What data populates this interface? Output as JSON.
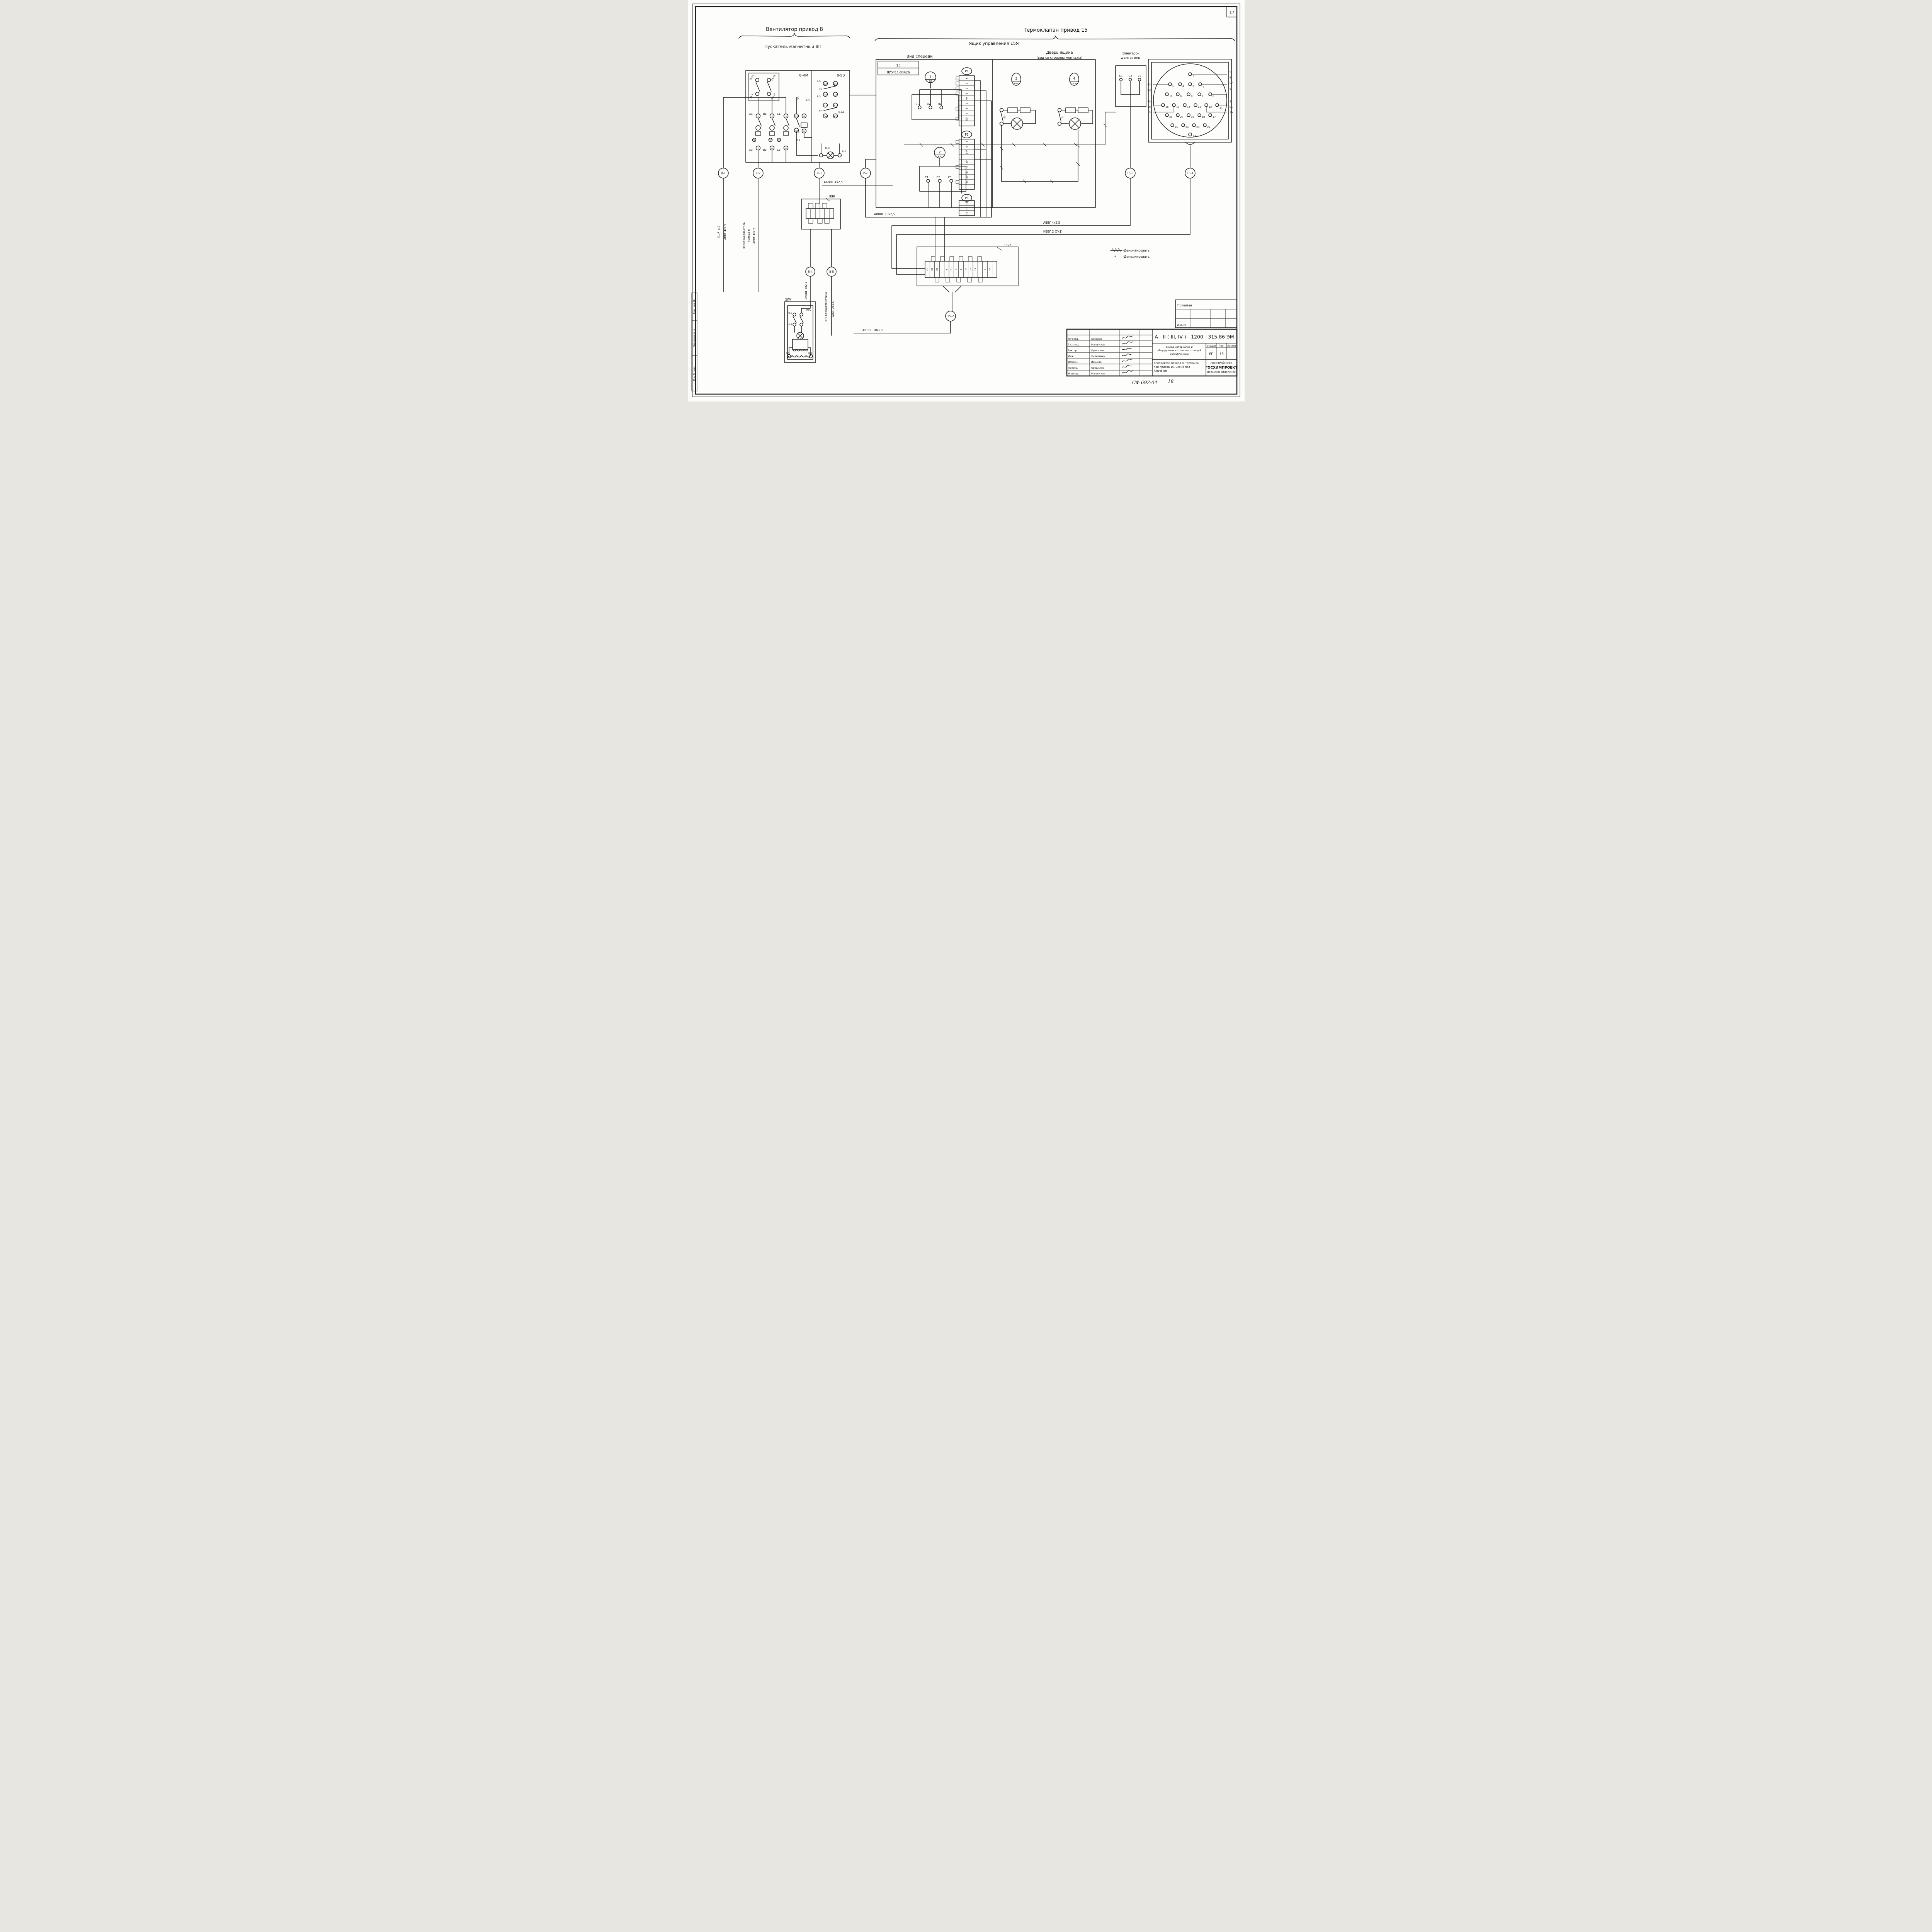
{
  "frame": {
    "sheet_no": "17"
  },
  "headers": {
    "fan": "Вентилятор  привод 8",
    "starter": "Пускатель  магнитный  8П",
    "thermo": "Термоклапан  привод  15",
    "box": "Ящик  управления  15Я",
    "front": "Вид  спереди",
    "door1": "Дверь  ящика",
    "door2": "(вид со стороны монтажа)"
  },
  "starter": {
    "km": "8-КМ",
    "sb": "8-SВ",
    "il": [
      "15-11",
      "15-9",
      "15-51",
      "15-29"
    ],
    "pt": [
      "А1",
      "В1",
      "С1"
    ],
    "ptn": [
      "1",
      "3",
      "5"
    ],
    "pb": [
      "А3",
      "В3",
      "С3"
    ],
    "pbn": [
      "2",
      "4",
      "6"
    ],
    "aux_t": "13",
    "aux_b": "14",
    "coil_t": "А",
    "coil_b": "Б",
    "th": [
      "98",
      "97",
      "95"
    ],
    "w95": "95",
    "w83": "8-3",
    "w85": "8-5",
    "w82": "8-2"
  },
  "sb": {
    "g1": [
      "13",
      "21",
      "14",
      "22"
    ],
    "g2": [
      "33",
      "41",
      "34",
      "42"
    ],
    "tr1": "ТР",
    "tr2": "ТР",
    "w85": "8-5",
    "w83": "8-3",
    "w8a1": "8-А1",
    "lamp": "8HL",
    "w82": "8-2"
  },
  "front": {
    "tag1": "15",
    "tag2": "ЯУ5411-03А2Б",
    "b_num": "1",
    "b_type": "АВ",
    "b_terms": [
      "Л1",
      "Л2",
      "Л3"
    ],
    "k_num": "2",
    "k_type": "КМ",
    "k_terms": [
      "С1",
      "С2",
      "С3"
    ]
  },
  "strips": {
    "p1l": "Р1",
    "p1": [
      "6",
      "2",
      "2",
      "6",
      "ЛИ",
      "1",
      "5",
      "9",
      "59*",
      ""
    ],
    "p2l": "Р2",
    "p2": [
      "4",
      "5",
      "57*",
      "",
      "29",
      "3",
      "57",
      "29",
      "43",
      ""
    ],
    "p3l": "Р3",
    "p3": [
      "45",
      "47",
      "49"
    ]
  },
  "door": {
    "l3n": "3",
    "l3t": "ЛКВ",
    "l4n": "4",
    "l4t": "ЛКЖ",
    "w59": "59",
    "w5": "5"
  },
  "motor": {
    "t1": "Электро-",
    "t2": "двигатель",
    "terms": [
      "С1",
      "С2",
      "С3"
    ]
  },
  "connector": {
    "r1": [
      "1"
    ],
    "r2": [
      "5",
      "4",
      "3",
      "2"
    ],
    "r3": [
      "10",
      "9",
      "8",
      "7",
      "6"
    ],
    "r4": [
      "16",
      "15",
      "14",
      "13",
      "12",
      "11"
    ],
    "r5": [
      "21",
      "20",
      "19",
      "18",
      "17"
    ],
    "r6": [
      "25",
      "24",
      "23",
      "22"
    ],
    "r7": [
      "26"
    ],
    "left": [
      "53",
      "53",
      "55",
      "59",
      "5"
    ],
    "right": [
      "5",
      "5",
      "57",
      "9",
      "5",
      "55",
      "29"
    ]
  },
  "junction8": {
    "label": "8ЯК"
  },
  "junction15": {
    "label": "15ЯК",
    "t": [
      "С1",
      "С2",
      "С3",
      "",
      "5",
      "5",
      "9",
      "9",
      "25",
      "27",
      "29",
      "",
      "7",
      "59",
      ""
    ]
  },
  "nodes": {
    "n81": "8-1",
    "n82": "8-2",
    "n83": "8-3",
    "n84": "8-4",
    "n85": "8-5",
    "n151": "15-1",
    "n152": "15-2",
    "n153": "15-3",
    "n154": "15-4"
  },
  "cables": {
    "c1": "АКВВГ 4х2,5",
    "c2": "АКВВГ 10х2,5",
    "c3": "АКВВГ 10х2,5",
    "c4": "АВВГ 4х2,5",
    "c5": "КВВГ 2 (7х1)",
    "v81a": "2ШР  гр.2",
    "v81b": "АВВГ 4х2,5",
    "v82a": "Электродвигатель",
    "v82b": "привод 8",
    "v82c": "АВВГ 4х2,5",
    "v84": "АКВВГ 4х2,5",
    "v85a": "ГПЧ Спецавтоматика",
    "v85b": "АВВГ 2х2,5"
  },
  "legend": {
    "d": "-Демонтировать",
    "m": "-Домаркировать",
    "star": "*"
  },
  "lch": {
    "box": "2ЛЧ",
    "dev": "ПЛА",
    "w85a": "8-5",
    "w83": "8-3",
    "w85b": "8-5",
    "w82": "8-2"
  },
  "title": {
    "doc": "А - II ( III, IV ) - 1200 - 315.86   ЭМ",
    "p1": "Склад материалов и",
    "p2": "оборудования отдельно стоящий",
    "p3": "заглубленный",
    "n1": "Вентилятор привод 8. Термокла-",
    "n2": "пан привод 15. Схема под-",
    "n3": "ключения.",
    "sh": "Стадия",
    "lh": "Лист",
    "lsh": "Листов",
    "sv": "РП",
    "lv": "15",
    "lsv": "",
    "o1": "ГОССТРОЙ СССР",
    "o2": "ГОСХИМПРОЕКТ",
    "o3": "Волжское отделение",
    "roles": [
      {
        "r": "Нач.отд.",
        "n": "Конорев"
      },
      {
        "r": "Гл. спец.",
        "n": "Малинская"
      },
      {
        "r": "Рук. гр.",
        "n": "Орешкина"
      },
      {
        "r": "Инж.",
        "n": "Хильченко"
      },
      {
        "r": "Исполн.",
        "n": "Исакова"
      },
      {
        "r": "Провер.",
        "n": "Орешкина"
      },
      {
        "r": "Н.контр.",
        "n": "Малинская"
      }
    ],
    "attach": "Привязан",
    "inv": "Инв. №",
    "cipher": "СФ 692-04",
    "num18": "18"
  },
  "stamps": {
    "s1": "Взам. инв. №",
    "s2": "Подпись и дата",
    "s3": "Инв. № подл."
  }
}
